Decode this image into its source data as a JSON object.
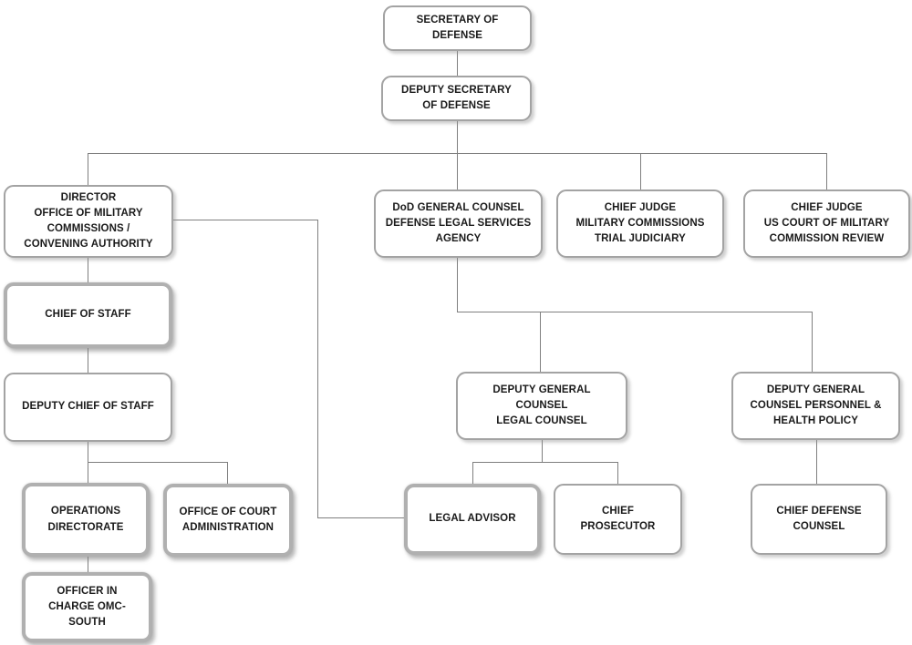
{
  "colors": {
    "background": "#ffffff",
    "box_fill": "#ffffff",
    "box_border": "#a3a3a3",
    "box_border_heavy": "#b0b0b0",
    "connector": "#7f7f7f",
    "text": "#1a1a1a"
  },
  "nodes": {
    "secretary_of_defense": {
      "label": "SECRETARY OF\nDEFENSE"
    },
    "deputy_secretary_of_defense": {
      "label": "DEPUTY SECRETARY\nOF DEFENSE"
    },
    "director_omc": {
      "label": "DIRECTOR\nOFFICE OF MILITARY\nCOMMISSIONS /\nCONVENING AUTHORITY"
    },
    "dod_general_counsel": {
      "label": "DoD GENERAL COUNSEL\nDEFENSE LEGAL SERVICES\nAGENCY"
    },
    "chief_judge_trial_judiciary": {
      "label": "CHIEF JUDGE\nMILITARY COMMISSIONS\nTRIAL JUDICIARY"
    },
    "chief_judge_commission_review": {
      "label": "CHIEF JUDGE\nUS COURT OF MILITARY\nCOMMISSION REVIEW"
    },
    "chief_of_staff": {
      "label": "CHIEF OF STAFF"
    },
    "deputy_chief_of_staff": {
      "label": "DEPUTY CHIEF OF STAFF"
    },
    "operations_directorate": {
      "label": "OPERATIONS\nDIRECTORATE"
    },
    "office_of_court_administration": {
      "label": "OFFICE OF COURT\nADMINISTRATION"
    },
    "officer_in_charge_omc_south": {
      "label": "OFFICER IN\nCHARGE OMC-\nSOUTH"
    },
    "deputy_general_counsel_legal": {
      "label": "DEPUTY GENERAL\nCOUNSEL\nLEGAL COUNSEL"
    },
    "deputy_general_counsel_personnel": {
      "label": "DEPUTY GENERAL\nCOUNSEL PERSONNEL &\nHEALTH POLICY"
    },
    "legal_advisor": {
      "label": "LEGAL ADVISOR"
    },
    "chief_prosecutor": {
      "label": "CHIEF\nPROSECUTOR"
    },
    "chief_defense_counsel": {
      "label": "CHIEF DEFENSE\nCOUNSEL"
    }
  },
  "edges": [
    {
      "from": "secretary_of_defense",
      "to": "deputy_secretary_of_defense"
    },
    {
      "from": "deputy_secretary_of_defense",
      "to": "director_omc"
    },
    {
      "from": "deputy_secretary_of_defense",
      "to": "dod_general_counsel"
    },
    {
      "from": "deputy_secretary_of_defense",
      "to": "chief_judge_trial_judiciary"
    },
    {
      "from": "deputy_secretary_of_defense",
      "to": "chief_judge_commission_review"
    },
    {
      "from": "director_omc",
      "to": "chief_of_staff"
    },
    {
      "from": "chief_of_staff",
      "to": "deputy_chief_of_staff"
    },
    {
      "from": "deputy_chief_of_staff",
      "to": "operations_directorate"
    },
    {
      "from": "deputy_chief_of_staff",
      "to": "office_of_court_administration"
    },
    {
      "from": "operations_directorate",
      "to": "officer_in_charge_omc_south"
    },
    {
      "from": "dod_general_counsel",
      "to": "deputy_general_counsel_legal"
    },
    {
      "from": "dod_general_counsel",
      "to": "deputy_general_counsel_personnel"
    },
    {
      "from": "deputy_general_counsel_legal",
      "to": "legal_advisor"
    },
    {
      "from": "deputy_general_counsel_legal",
      "to": "chief_prosecutor"
    },
    {
      "from": "deputy_general_counsel_personnel",
      "to": "chief_defense_counsel"
    },
    {
      "from": "director_omc",
      "to": "legal_advisor"
    }
  ]
}
